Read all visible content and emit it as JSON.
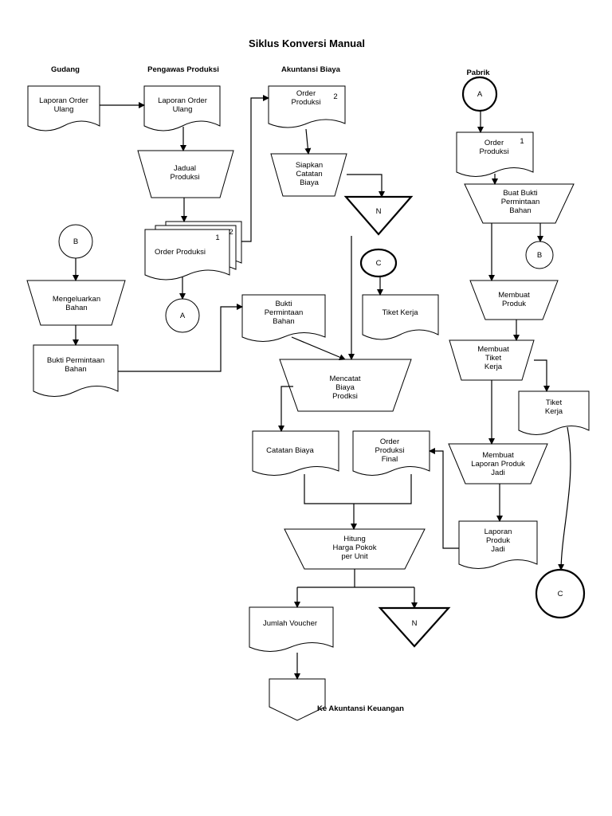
{
  "title": "Siklus Konversi Manual",
  "columns": {
    "gudang": "Gudang",
    "pengawas": "Pengawas Produksi",
    "akuntansi": "Akuntansi Biaya",
    "pabrik": "Pabrik"
  },
  "nodes": {
    "gudang_laporan": [
      "Laporan Order",
      "Ulang"
    ],
    "gudang_B": [
      "B"
    ],
    "mengeluarkan": [
      "Mengeluarkan",
      "Bahan"
    ],
    "bukti_gudang": [
      "Bukti Permintaan",
      "Bahan"
    ],
    "pengawas_laporan": [
      "Laporan Order",
      "Ulang"
    ],
    "jadual": [
      "Jadual",
      "Produksi"
    ],
    "order_produksi_p": [
      "Order Produksi"
    ],
    "order_produksi_p_n1": "1",
    "order_produksi_p_n2": "2",
    "pengawas_A": [
      "A"
    ],
    "akun_order": [
      "Order",
      "Produksi"
    ],
    "akun_order_n": "2",
    "siapkan": [
      "Siapkan",
      "Catatan",
      "Biaya"
    ],
    "akun_N1": [
      "N"
    ],
    "akun_C": [
      "C"
    ],
    "tiket_kerja_akun": [
      "Tiket Kerja"
    ],
    "bukti_akun": [
      "Bukti",
      "Permintaan",
      "Bahan"
    ],
    "mencatat": [
      "Mencatat",
      "Biaya",
      "Prodksi"
    ],
    "catatan_biaya": [
      "Catatan Biaya"
    ],
    "order_final": [
      "Order",
      "Produksi",
      "Final"
    ],
    "hitung": [
      "Hitung",
      "Harga Pokok",
      "per Unit"
    ],
    "jumlah_voucher": [
      "Jumlah Voucher"
    ],
    "akun_N2": [
      "N"
    ],
    "ke_akuntansi": "Ke Akuntansi Keuangan",
    "pabrik_A": [
      "A"
    ],
    "pabrik_order": [
      "Order",
      "Produksi"
    ],
    "pabrik_order_n": "1",
    "buat_bukti": [
      "Buat Bukti",
      "Permintaan",
      "Bahan"
    ],
    "pabrik_B": [
      "B"
    ],
    "membuat_produk": [
      "Membuat",
      "Produk"
    ],
    "membuat_tiket": [
      "Membuat",
      "Tiket",
      "Kerja"
    ],
    "tiket_kerja_pabrik": [
      "Tiket",
      "Kerja"
    ],
    "membuat_laporan": [
      "Membuat",
      "Laporan Produk",
      "Jadi"
    ],
    "laporan_produk": [
      "Laporan",
      "Produk",
      "Jadi"
    ],
    "pabrik_C": [
      "C"
    ]
  }
}
